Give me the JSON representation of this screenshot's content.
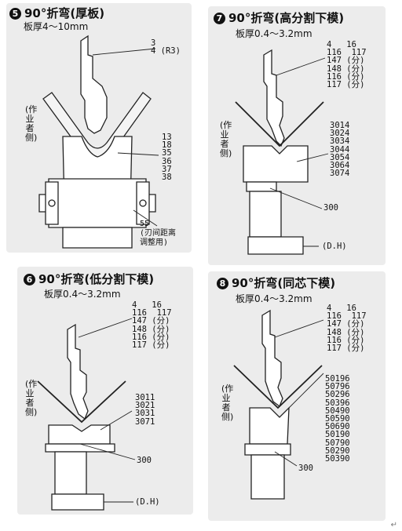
{
  "panels": {
    "p5": {
      "num": "5",
      "title": "90°折弯(厚板)",
      "thickness": "板厚4～10mm",
      "top_codes": "3\n4 (R3)",
      "die_codes": "13\n18\n35\n36\n37\n38",
      "bottom_label": "55\n(刃间距离\n调整用)",
      "side_label": "(作业者侧)"
    },
    "p7": {
      "num": "7",
      "title": "90°折弯(高分割下模)",
      "thickness": "板厚0.4～3.2mm",
      "top_codes": "4   16\n116  117\n147 (分)\n148 (分)\n116 (分)\n117 (分)",
      "die_codes": "3014\n3024\n3034\n3044\n3054\n3064\n3074",
      "holder_code": "300",
      "dh_label": "(D.H)",
      "side_label": "(作业者侧)"
    },
    "p6": {
      "num": "6",
      "title": "90°折弯(低分割下模)",
      "thickness": "板厚0.4～3.2mm",
      "top_codes": "4   16\n116  117\n147 (分)\n148 (分)\n116 (分)\n117 (分)",
      "die_codes": "3011\n3021\n3031\n3071",
      "holder_code": "300",
      "dh_label": "(D.H)",
      "side_label": "(作业者侧)"
    },
    "p8": {
      "num": "8",
      "title": "90°折弯(同芯下模)",
      "thickness": "板厚0.4～3.2mm",
      "top_codes": "4   16\n116  117\n147 (分)\n148 (分)\n116 (分)\n117 (分)",
      "die_codes": "50196\n50796\n50296\n50396\n50490\n50590\n50690\n50190\n50790\n50290\n50390",
      "holder_code": "300",
      "side_label": "(作业者侧)"
    }
  },
  "footer_mark": "↵"
}
